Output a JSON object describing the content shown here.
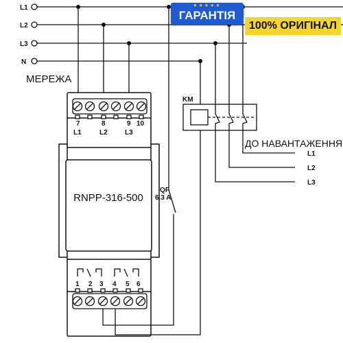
{
  "badges": {
    "guarantee": "ГАРАНТІЯ",
    "guarantee_stars": "★★★★★",
    "original": "100% ОРИГІНАЛ",
    "colors": {
      "guarantee_bg": "#1f5bd0",
      "stars": "#f3c419",
      "original_bg": "#f4d52a"
    }
  },
  "network": {
    "lines": [
      "L1",
      "L2",
      "L3",
      "N"
    ],
    "label": "МЕРЕЖА"
  },
  "relay": {
    "model": "RNPP-316-500",
    "top_terminals": [
      {
        "num": "7",
        "phase": "L1"
      },
      {
        "num": "8",
        "phase": "L2"
      },
      {
        "num": "9",
        "phase": "L3"
      },
      {
        "num": "10",
        "phase": ""
      }
    ],
    "bottom_contacts": [
      "1",
      "2",
      "3",
      "4",
      "5",
      "6"
    ]
  },
  "breaker": {
    "name": "QF",
    "rating": "6.3 A"
  },
  "contactor": {
    "name": "KM"
  },
  "load": {
    "label": "ДО НАВАНТАЖЕННЯ",
    "lines": [
      "L1",
      "L2",
      "L3"
    ]
  }
}
